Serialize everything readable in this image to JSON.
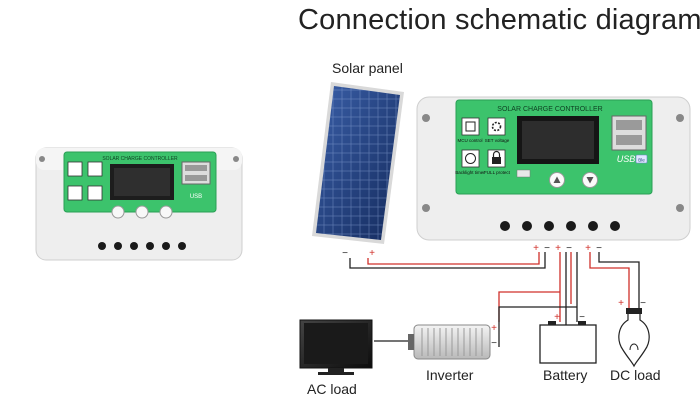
{
  "title": "Connection schematic diagram",
  "controller": {
    "header": "SOLAR CHARGE CONTROLLER",
    "mcu_label": "MCU control",
    "set_label": "SET voltage",
    "display_label": "Backlight timer",
    "full_label": "FULL protect",
    "usb_label": "USB",
    "bluetooth_label": "Ble"
  },
  "components": {
    "solar_panel": "Solar panel",
    "ac_load": "AC load",
    "inverter": "Inverter",
    "battery": "Battery",
    "dc_load": "DC load"
  },
  "terminal_signs": {
    "plus": "+",
    "minus": "−"
  },
  "colors": {
    "controller_green": "#3cc36c",
    "panel_blue": "#1e3c78",
    "wire_red": "#d0302a",
    "wire_black": "#222222"
  }
}
